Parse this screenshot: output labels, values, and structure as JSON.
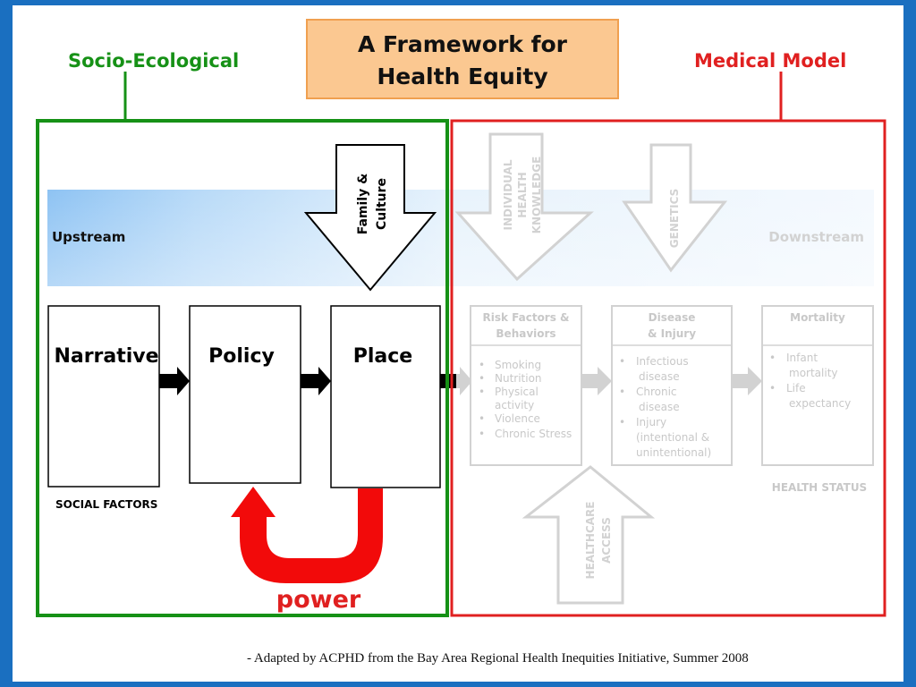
{
  "title_line1": "A Framework for",
  "title_line2": "Health Equity",
  "left_model": "Socio-Ecological",
  "right_model": "Medical Model",
  "upstream": "Upstream",
  "downstream": "Downstream",
  "family_culture": [
    "Family &",
    "Culture"
  ],
  "social_boxes": [
    "Narrative",
    "Policy",
    "Place"
  ],
  "social_factors": "SOCIAL FACTORS",
  "power": "power",
  "individual_knowledge": [
    "INDIVIDUAL",
    "HEALTH",
    "KNOWLEDGE"
  ],
  "genetics": "GENETICS",
  "healthcare_access": [
    "HEALTHCARE",
    "ACCESS"
  ],
  "risk_box": {
    "title": [
      "Risk Factors &",
      "Behaviors"
    ],
    "items": [
      "Smoking",
      "Nutrition",
      "Physical",
      "activity",
      "Violence",
      "Chronic Stress"
    ]
  },
  "disease_box": {
    "title": [
      "Disease",
      "& Injury"
    ],
    "items": [
      "Infectious",
      "disease",
      "Chronic",
      "disease",
      "Injury",
      "(intentional &",
      "unintentional)"
    ]
  },
  "mortality_box": {
    "title": [
      "Mortality"
    ],
    "items": [
      "Infant",
      "mortality",
      "Life",
      "expectancy"
    ]
  },
  "health_status": "HEALTH STATUS",
  "citation": "- Adapted by ACPHD from the Bay Area Regional Health Inequities Initiative, Summer 2008",
  "colors": {
    "green": "#169116",
    "red": "#e02020",
    "title_bg": "#fbc891",
    "faded": "#d2d2d2"
  }
}
